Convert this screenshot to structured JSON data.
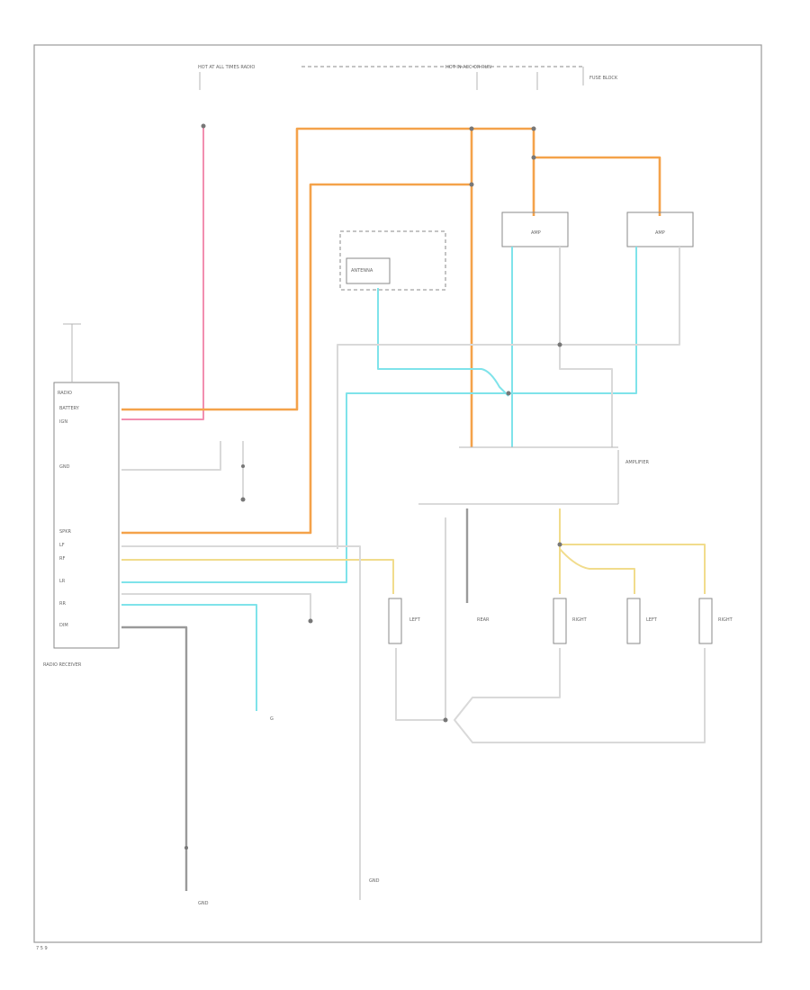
{
  "diagram": {
    "page_code": "7 5 9 ",
    "colors": {
      "orange": "#f4a24a",
      "pink": "#f28fb0",
      "cyan": "#7fe3ea",
      "yellow": "#f1dc8c",
      "gray": "#d9d9d9",
      "frame": "#9a9a9a"
    },
    "top_labels": {
      "hot_left": "HOT AT ALL TIMES RADIO",
      "hot_right": "HOT IN ACC OR RUN",
      "fuse_box": "FUSE BLOCK"
    },
    "radio": {
      "title": "RADIO",
      "pins": [
        "BATTERY",
        "IGN",
        "GND",
        "SPKR",
        "LF",
        "RF",
        "LR",
        "RR",
        "DIM"
      ],
      "caption": "RADIO RECEIVER"
    },
    "modules": {
      "amp_left": "AMP",
      "amp_right": "AMP",
      "antenna_module": "ANTENNA",
      "amplifier_main": "AMPLIFIER"
    },
    "speakers": [
      "LEFT",
      "RIGHT",
      "LEFT",
      "RIGHT",
      "REAR"
    ],
    "bottom_labels": {
      "ground_left": "GND",
      "ground_mid": "GND",
      "ground_right": "G"
    }
  }
}
